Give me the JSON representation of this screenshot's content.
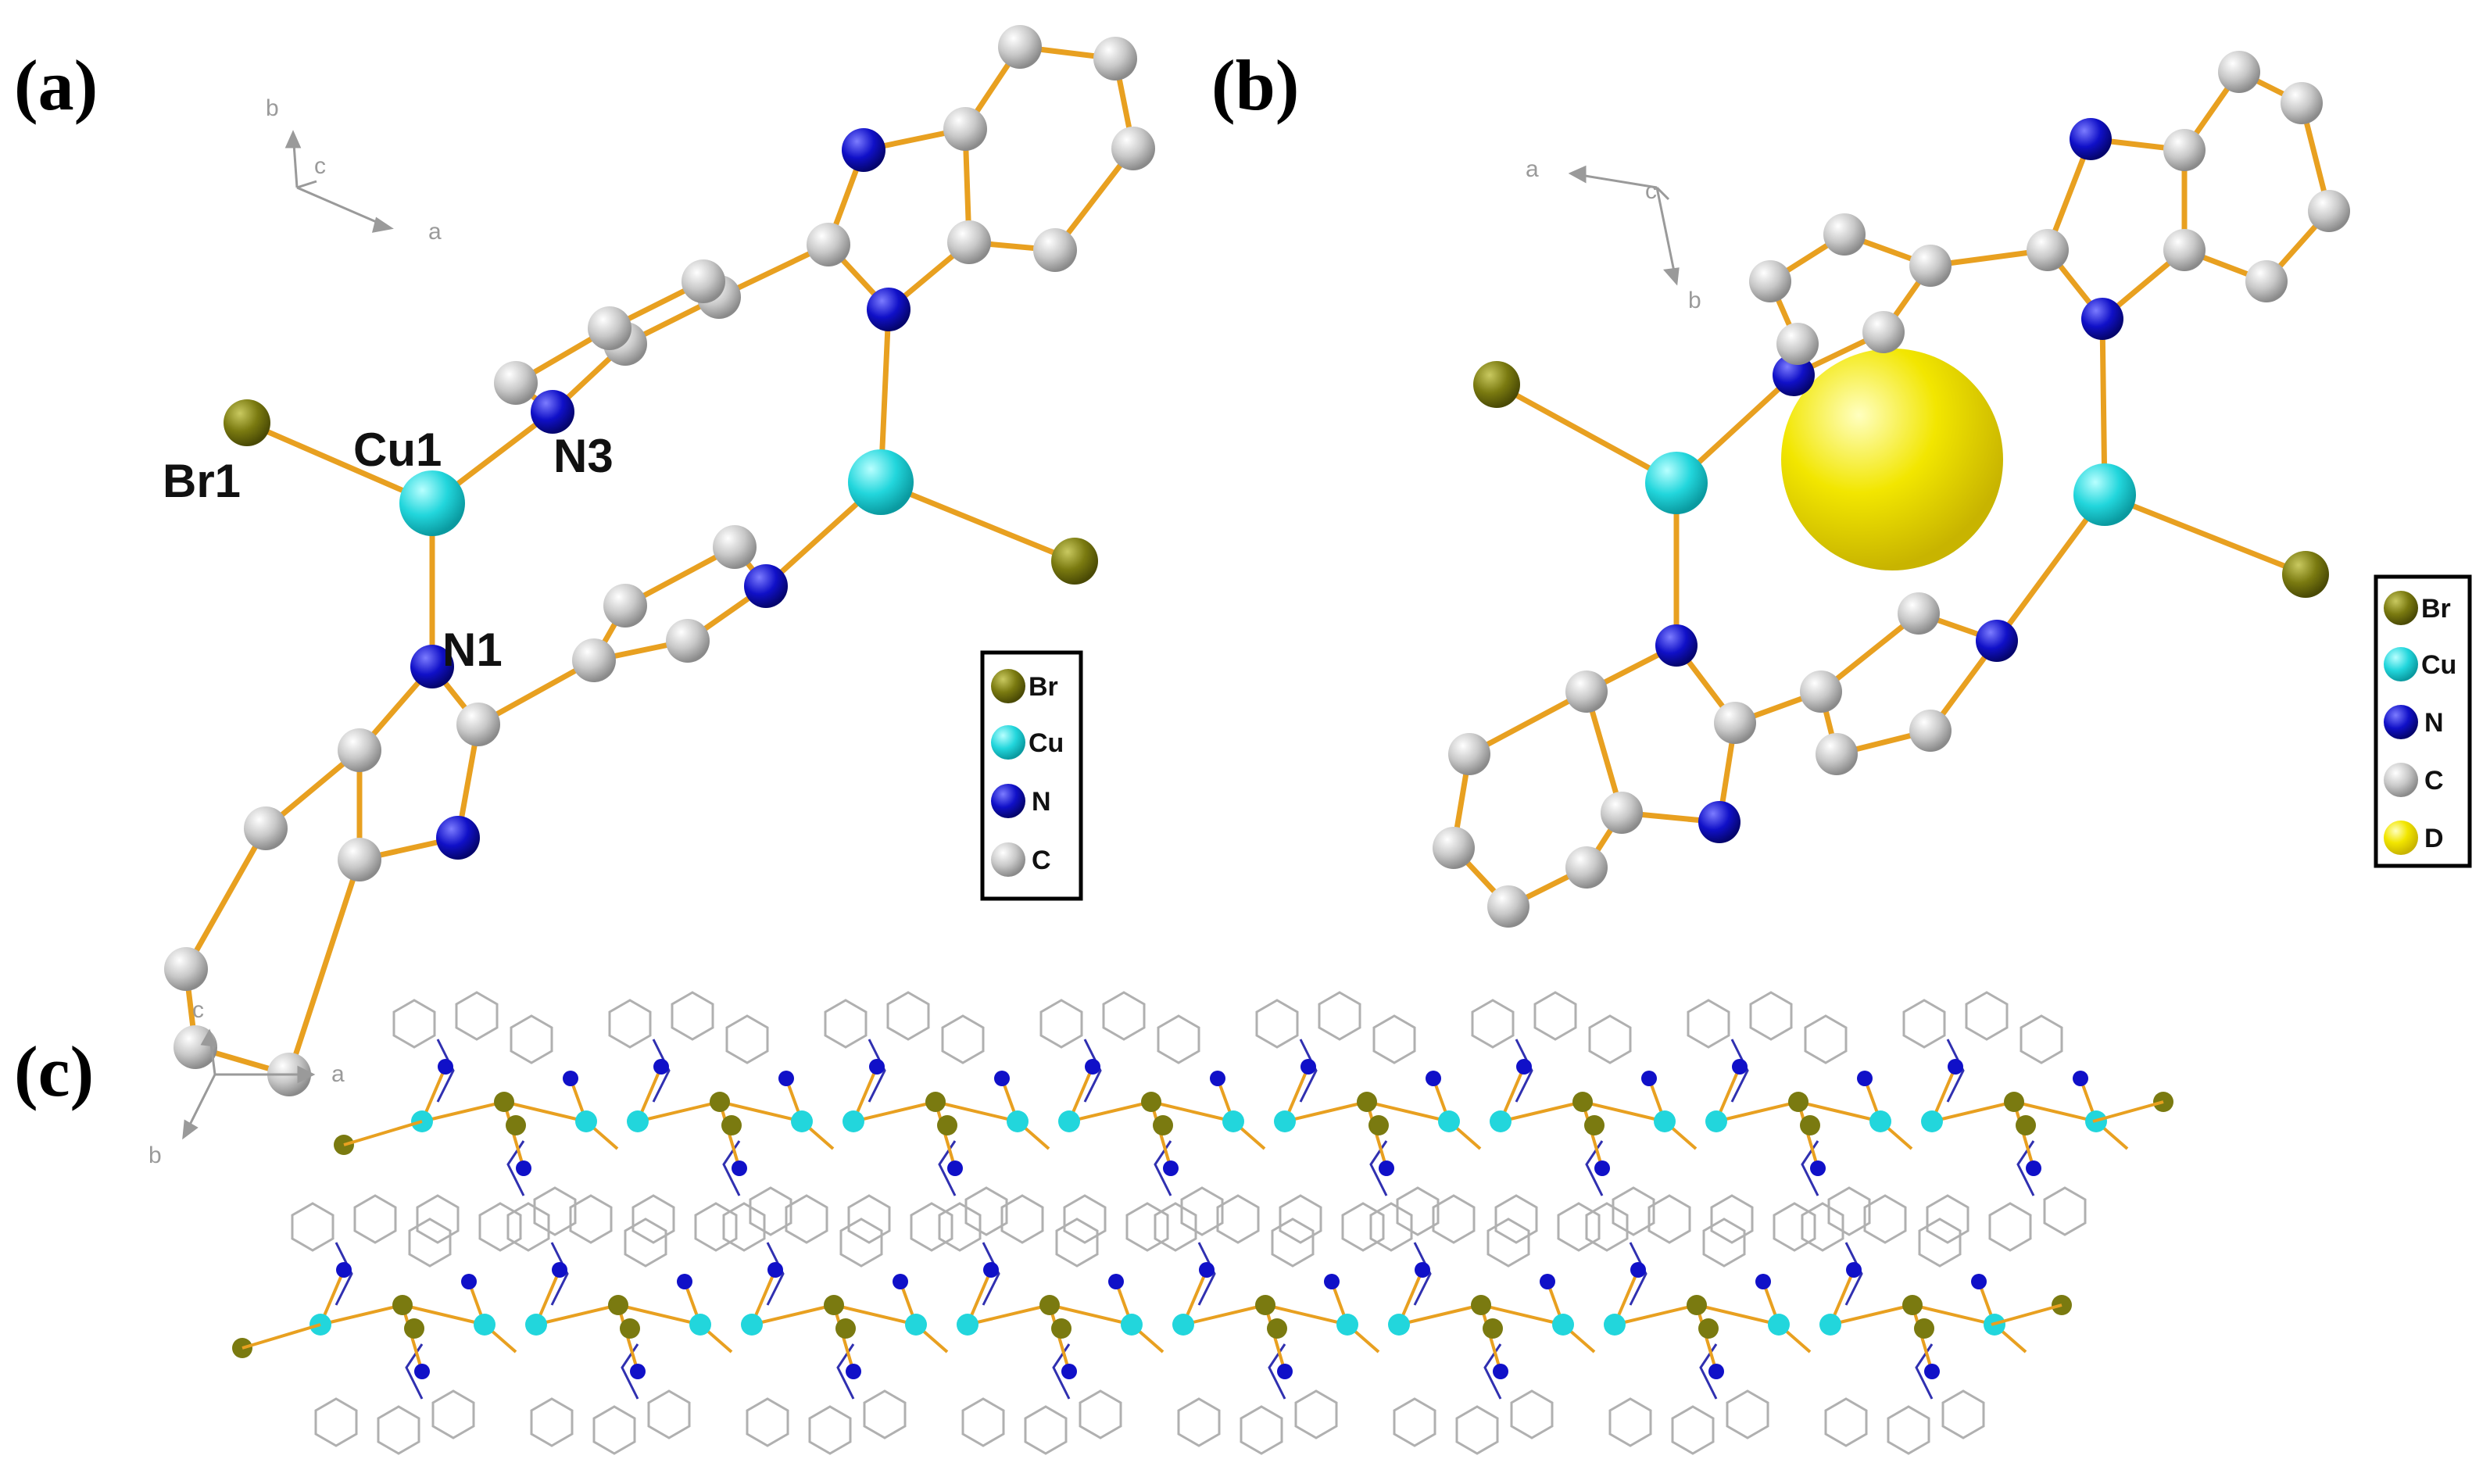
{
  "panels": {
    "a": {
      "label": "(a)"
    },
    "b": {
      "label": "(b)"
    },
    "c": {
      "label": "(c)"
    }
  },
  "atom_labels": {
    "br1": "Br1",
    "cu1": "Cu1",
    "n3": "N3",
    "n1": "N1"
  },
  "axes": {
    "a": {
      "x": "a",
      "y": "b",
      "z": "c"
    },
    "b": {
      "x": "a",
      "y": "b",
      "z": "c"
    },
    "c": {
      "x": "a",
      "y": "b",
      "z": "c"
    }
  },
  "legend_a": [
    {
      "label": "Br",
      "color": "#7a7a10"
    },
    {
      "label": "Cu",
      "color": "#22d6dc"
    },
    {
      "label": "N",
      "color": "#1010c8"
    },
    {
      "label": "C",
      "color": "#c8c8c8"
    }
  ],
  "legend_b": [
    {
      "label": "Br",
      "color": "#7a7a10"
    },
    {
      "label": "Cu",
      "color": "#22d6dc"
    },
    {
      "label": "N",
      "color": "#1010c8"
    },
    {
      "label": "C",
      "color": "#c8c8c8"
    },
    {
      "label": "D",
      "color": "#f2e600"
    }
  ],
  "colors": {
    "bond": "#e8a020",
    "br": "#7a7a10",
    "cu": "#22d6dc",
    "n": "#1010c8",
    "c": "#c8c8c8",
    "void": "#f2e600",
    "wire": "#b0b0b0"
  }
}
